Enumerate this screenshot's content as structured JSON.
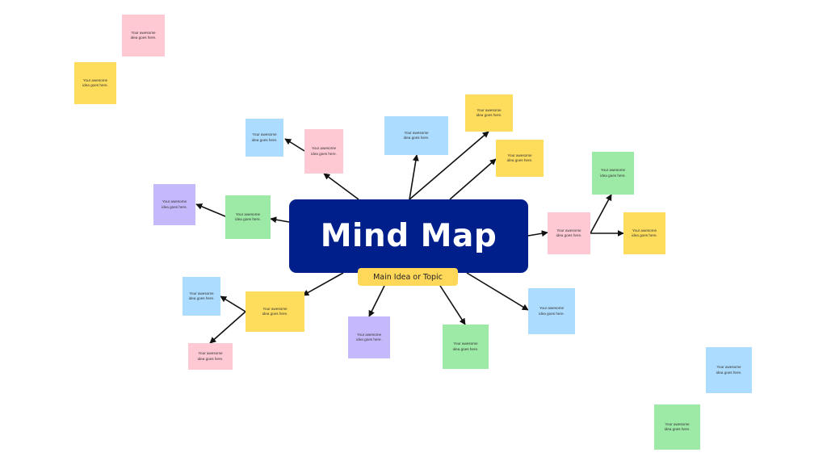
{
  "diagram": {
    "title": "Mind Map",
    "subtitle": "Main Idea or Topic",
    "note_text": "Your awesome\nidea goes here.",
    "colors": {
      "central": "#001f8a",
      "subtitle_tag": "#ffd85a",
      "arrow": "#111111",
      "pink": "#ffc9d3",
      "yellow": "#ffdd5c",
      "blue": "#acdcff",
      "green": "#9de9a6",
      "purple": "#c5b9fb"
    },
    "notes": [
      {
        "id": "n1",
        "color": "pink"
      },
      {
        "id": "n2",
        "color": "yellow"
      },
      {
        "id": "n3",
        "color": "blue"
      },
      {
        "id": "n4",
        "color": "pink"
      },
      {
        "id": "n5",
        "color": "blue"
      },
      {
        "id": "n6",
        "color": "yellow"
      },
      {
        "id": "n7",
        "color": "yellow"
      },
      {
        "id": "n8",
        "color": "purple"
      },
      {
        "id": "n9",
        "color": "green"
      },
      {
        "id": "n10",
        "color": "green"
      },
      {
        "id": "n11",
        "color": "pink"
      },
      {
        "id": "n12",
        "color": "yellow"
      },
      {
        "id": "n13",
        "color": "blue"
      },
      {
        "id": "n14",
        "color": "yellow"
      },
      {
        "id": "n15",
        "color": "pink"
      },
      {
        "id": "n16",
        "color": "purple"
      },
      {
        "id": "n17",
        "color": "green"
      },
      {
        "id": "n18",
        "color": "blue"
      },
      {
        "id": "n19",
        "color": "blue"
      },
      {
        "id": "n20",
        "color": "green"
      }
    ]
  }
}
